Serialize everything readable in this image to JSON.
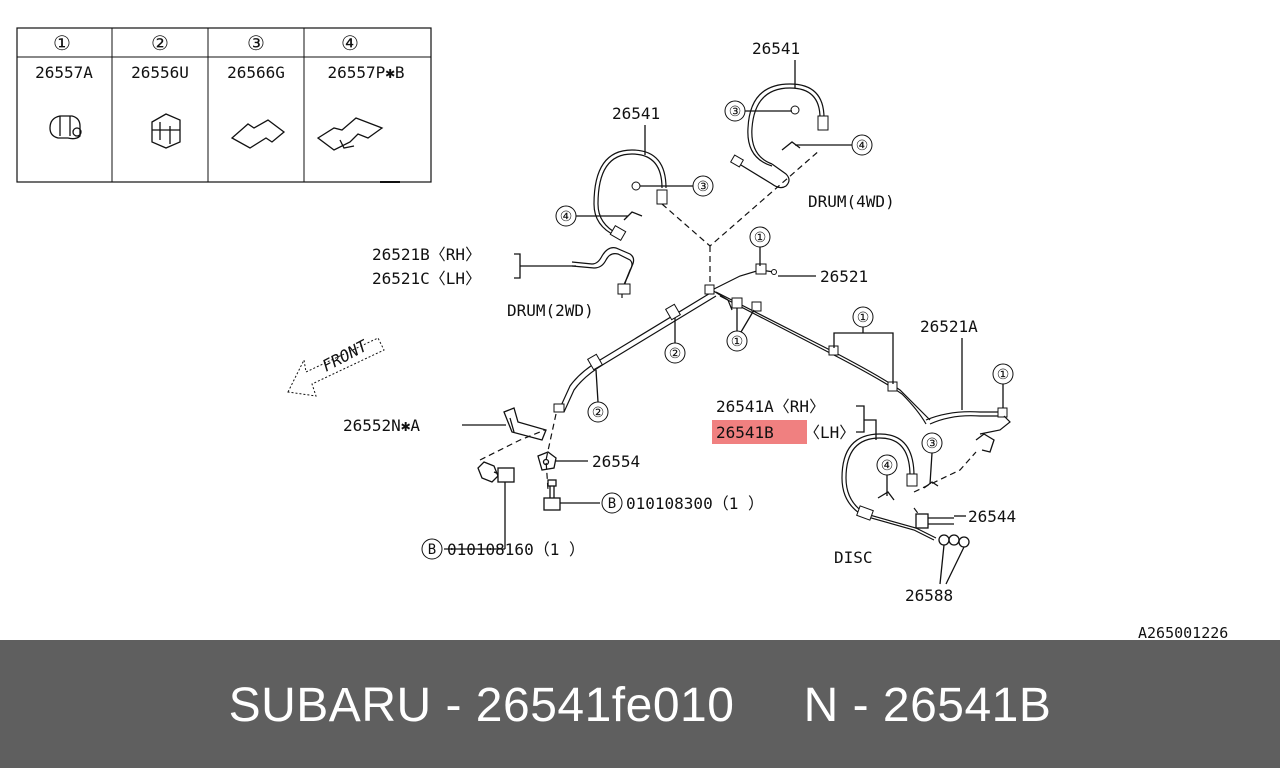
{
  "legend": {
    "headers": [
      "①",
      "②",
      "③",
      "④"
    ],
    "parts": [
      "26557A",
      "26556U",
      "26566G",
      "26557P✱B"
    ]
  },
  "labels": {
    "hose_top_4wd": "26541",
    "hose_top_2wd": "26541",
    "drum_4wd": "DRUM(4WD)",
    "drum_2wd": "DRUM(2WD)",
    "pipe_rh": "26521B〈RH〉",
    "pipe_lh": "26521C〈LH〉",
    "pipe_center": "26521",
    "pipe_a": "26521A",
    "front": "FRONT",
    "bracket": "26552N✱A",
    "clip": "26554",
    "bolt_b1": "010108300（1 ）",
    "bolt_b2": "010108160（1 ）",
    "b_mark": "B",
    "hose_rh": "26541A〈RH〉",
    "hose_lh_code": "26541B",
    "hose_lh_suffix": "〈LH〉",
    "bolt_26544": "26544",
    "disc": "DISC",
    "washer": "26588",
    "diagram_code": "A265001226"
  },
  "callouts": [
    "①",
    "②",
    "③",
    "④"
  ],
  "footer": {
    "text": "SUBARU - 26541fe010     N - 26541B"
  },
  "colors": {
    "highlight": "#f08080",
    "footer_bg": "#5f5f5f",
    "footer_text": "#ffffff"
  }
}
